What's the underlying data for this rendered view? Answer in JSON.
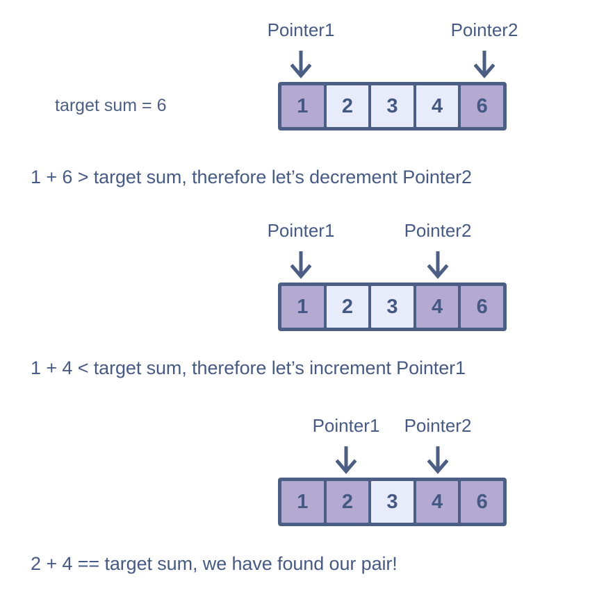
{
  "background_color": "#ffffff",
  "colors": {
    "ink": "#455a87",
    "border": "#4b5e85",
    "cell_highlight": "#b3a9d1",
    "cell_plain": "#e8ebfa",
    "digit": "#435983"
  },
  "labels": {
    "target_sum": "target sum = 6",
    "pointer1": "Pointer1",
    "pointer2": "Pointer2",
    "arrow_icon": "arrow-down-icon"
  },
  "array_values": [
    "1",
    "2",
    "3",
    "4",
    "6"
  ],
  "steps": [
    {
      "id": "step-1",
      "array": [
        "1",
        "2",
        "3",
        "4",
        "6"
      ],
      "highlighted": [
        0,
        4
      ],
      "pointer1_index": 0,
      "pointer2_index": 4,
      "caption": "1 + 6 > target sum, therefore let’s decrement Pointer2"
    },
    {
      "id": "step-2",
      "array": [
        "1",
        "2",
        "3",
        "4",
        "6"
      ],
      "highlighted": [
        0,
        3,
        4
      ],
      "pointer1_index": 0,
      "pointer2_index": 3,
      "caption": "1 + 4 < target sum, therefore let’s increment Pointer1"
    },
    {
      "id": "step-3",
      "array": [
        "1",
        "2",
        "3",
        "4",
        "6"
      ],
      "highlighted": [
        0,
        1,
        3,
        4
      ],
      "pointer1_index": 1,
      "pointer2_index": 3,
      "caption": "2 + 4 == target sum, we have found our pair!"
    }
  ]
}
